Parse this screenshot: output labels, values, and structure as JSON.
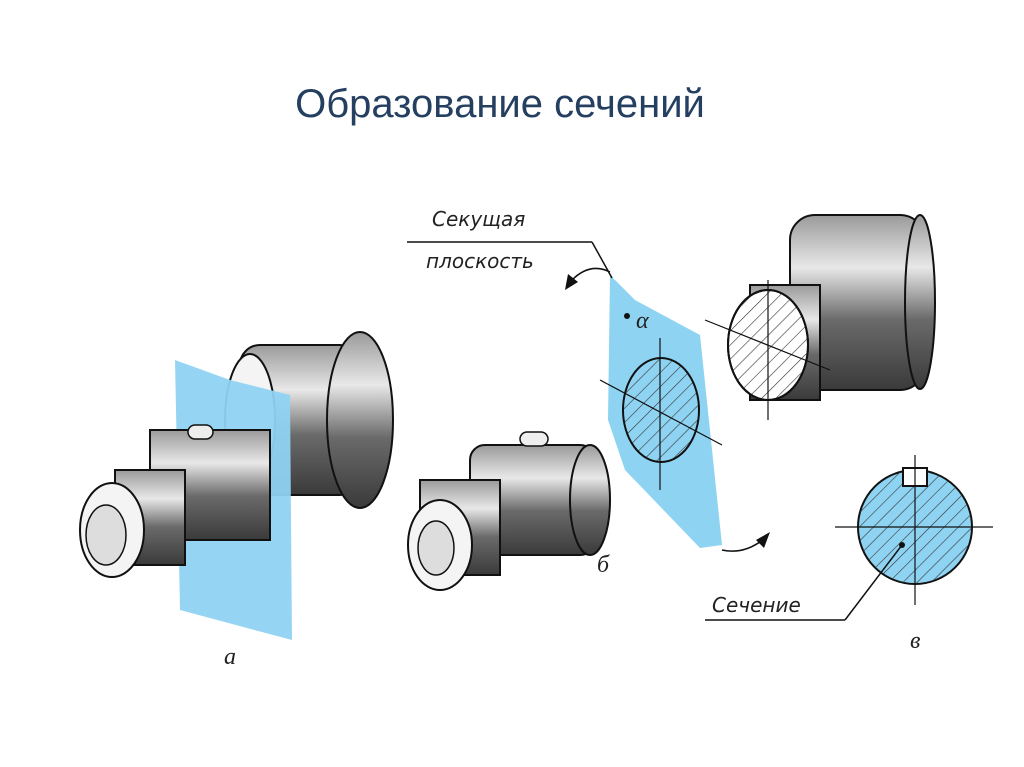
{
  "slide": {
    "title": "Образование сечений"
  },
  "labels": {
    "cutting_plane_line1": "Секущая",
    "cutting_plane_line2": "плоскость",
    "alpha": "α",
    "section": "Сечение",
    "fig_a": "а",
    "fig_b": "б",
    "fig_v": "в"
  },
  "colors": {
    "plane": "#8fd3f2",
    "title": "#243f60",
    "metal": "#6e6e6e"
  }
}
